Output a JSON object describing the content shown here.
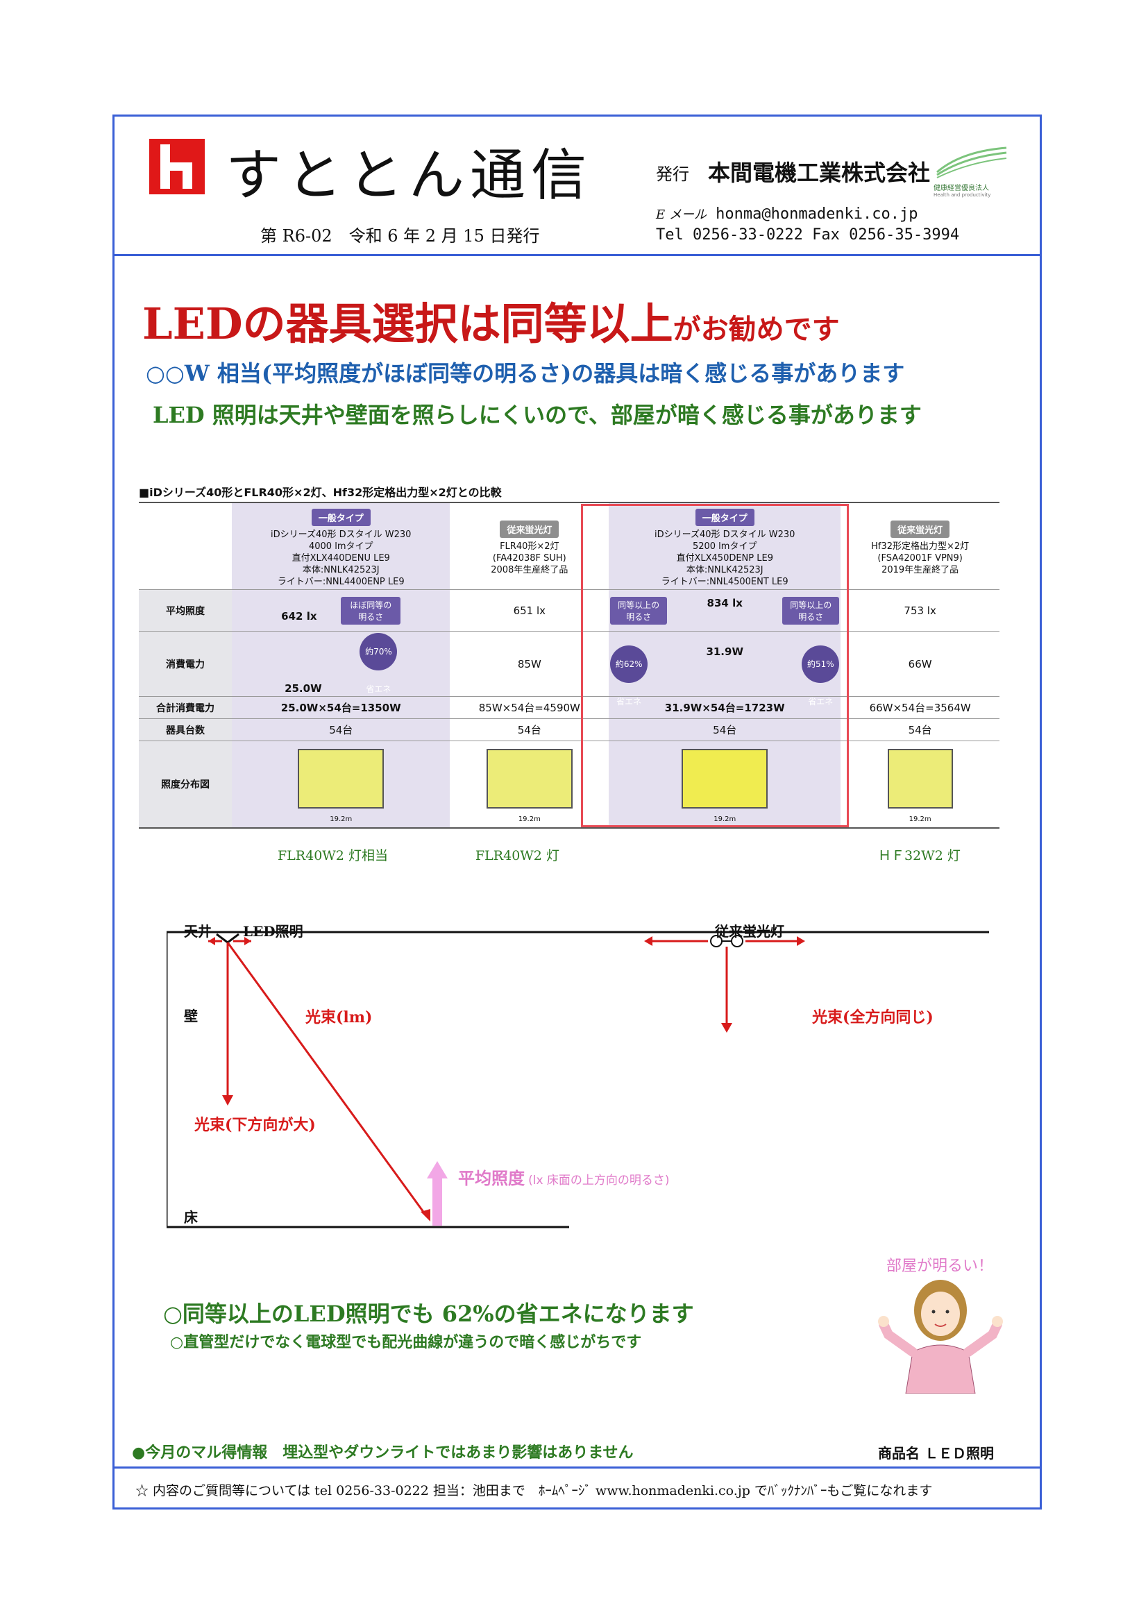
{
  "header": {
    "title": "すととん通信",
    "issue": "第 R6-02　令和 6 年 2 月 15 日発行",
    "publisher_label": "発行",
    "publisher": "本間電機工業株式会社",
    "email_label": "E メール",
    "email": "honma@honmadenki.co.jp",
    "tel_fax": "Tel 0256-33-0222 Fax 0256-35-3994",
    "cert_label": "健康経営優良法人",
    "cert_sub": "Health and productivity"
  },
  "headline": {
    "main": "LEDの器具選択は同等以上",
    "tail": "がお勧めです",
    "sub1": "○○W 相当(平均照度がほぼ同等の明るさ)の器具は暗く感じる事があります",
    "sub2": "LED 照明は天井や壁面を照らしにくいので、部屋が暗く感じる事があります"
  },
  "table": {
    "title": "■iDシリーズ40形とFLR40形×2灯、Hf32形定格出力型×2灯との比較",
    "columns": [
      {
        "tag": "一般タイプ",
        "lines": [
          "iDシリーズ40形 Dスタイル W230",
          "4000 lmタイプ",
          "直付XLX440DENU LE9",
          "本体:NNLK42523J",
          "ライトバー:NNL4400ENP LE9"
        ]
      },
      {
        "tag": "従来蛍光灯",
        "lines": [
          "FLR40形×2灯",
          "(FA42038F SUH)",
          "2008年生産終了品"
        ]
      },
      {
        "tag": "一般タイプ",
        "lines": [
          "iDシリーズ40形 Dスタイル W230",
          "5200 lmタイプ",
          "直付XLX450DENP LE9",
          "本体:NNLK42523J",
          "ライトバー:NNL4500ENT LE9"
        ]
      },
      {
        "tag": "従来蛍光灯",
        "lines": [
          "Hf32形定格出力型×2灯",
          "(FSA42001F VPN9)",
          "2019年生産終了品"
        ]
      }
    ],
    "rows": {
      "illuminance": {
        "label": "平均照度",
        "values": [
          "642 lx",
          "651 lx",
          "834 lx",
          "753 lx"
        ]
      },
      "power": {
        "label": "消費電力",
        "values": [
          "25.0W",
          "85W",
          "31.9W",
          "66W"
        ]
      },
      "total": {
        "label": "合計消費電力",
        "values": [
          "25.0W×54台=1350W",
          "85W×54台=4590W",
          "31.9W×54台=1723W",
          "66W×54台=3564W"
        ]
      },
      "count": {
        "label": "器具台数",
        "values": [
          "54台",
          "54台",
          "54台",
          "54台"
        ]
      },
      "distribution": {
        "label": "照度分布図"
      }
    },
    "badges": {
      "equal": "ほぼ同等の明るさ",
      "above1": "同等以上の明るさ",
      "above2": "同等以上の明るさ",
      "save70": "約70% 省エネ",
      "save62": "約62% 省エネ",
      "save51": "約51% 省エネ"
    },
    "captions": [
      "FLR40W2 灯相当",
      "FLR40W2 灯",
      "ＨＦ32W2 灯"
    ],
    "map_dims": "19.2m"
  },
  "diagram": {
    "ceiling": "天井",
    "led": "LED照明",
    "conventional": "従来蛍光灯",
    "wall": "壁",
    "flux": "光束(lm)",
    "flux_all": "光束(全方向同じ)",
    "flux_down": "光束(下方向が大)",
    "avg_label": "平均照度",
    "avg_note": "(lx 床面の上方向の明るさ)",
    "floor": "床"
  },
  "bottom": {
    "line1": "○同等以上のLED照明でも 62%の省エネになります",
    "line2": "○直管型だけでなく電球型でも配光曲線が違うので暗く感じがちです",
    "bright": "部屋が明るい！",
    "maru": "●今月のマル得情報　埋込型やダウンライトではあまり影響はありません",
    "product": "商品名 ＬＥＤ照明"
  },
  "footer": {
    "text": "☆ 内容のご質問等については tel 0256-33-0222 担当：池田まで　ﾎｰﾑﾍﾟｰｼﾞ www.honmadenki.co.jp でﾊﾞｯｸﾅﾝﾊﾞｰもご覧になれます"
  },
  "colors": {
    "frame": "#3a5fd6",
    "headline": "#c81818",
    "blue": "#1e5fae",
    "green": "#2d7a22",
    "red": "#d81b1b",
    "pink": "#e07ac9"
  }
}
